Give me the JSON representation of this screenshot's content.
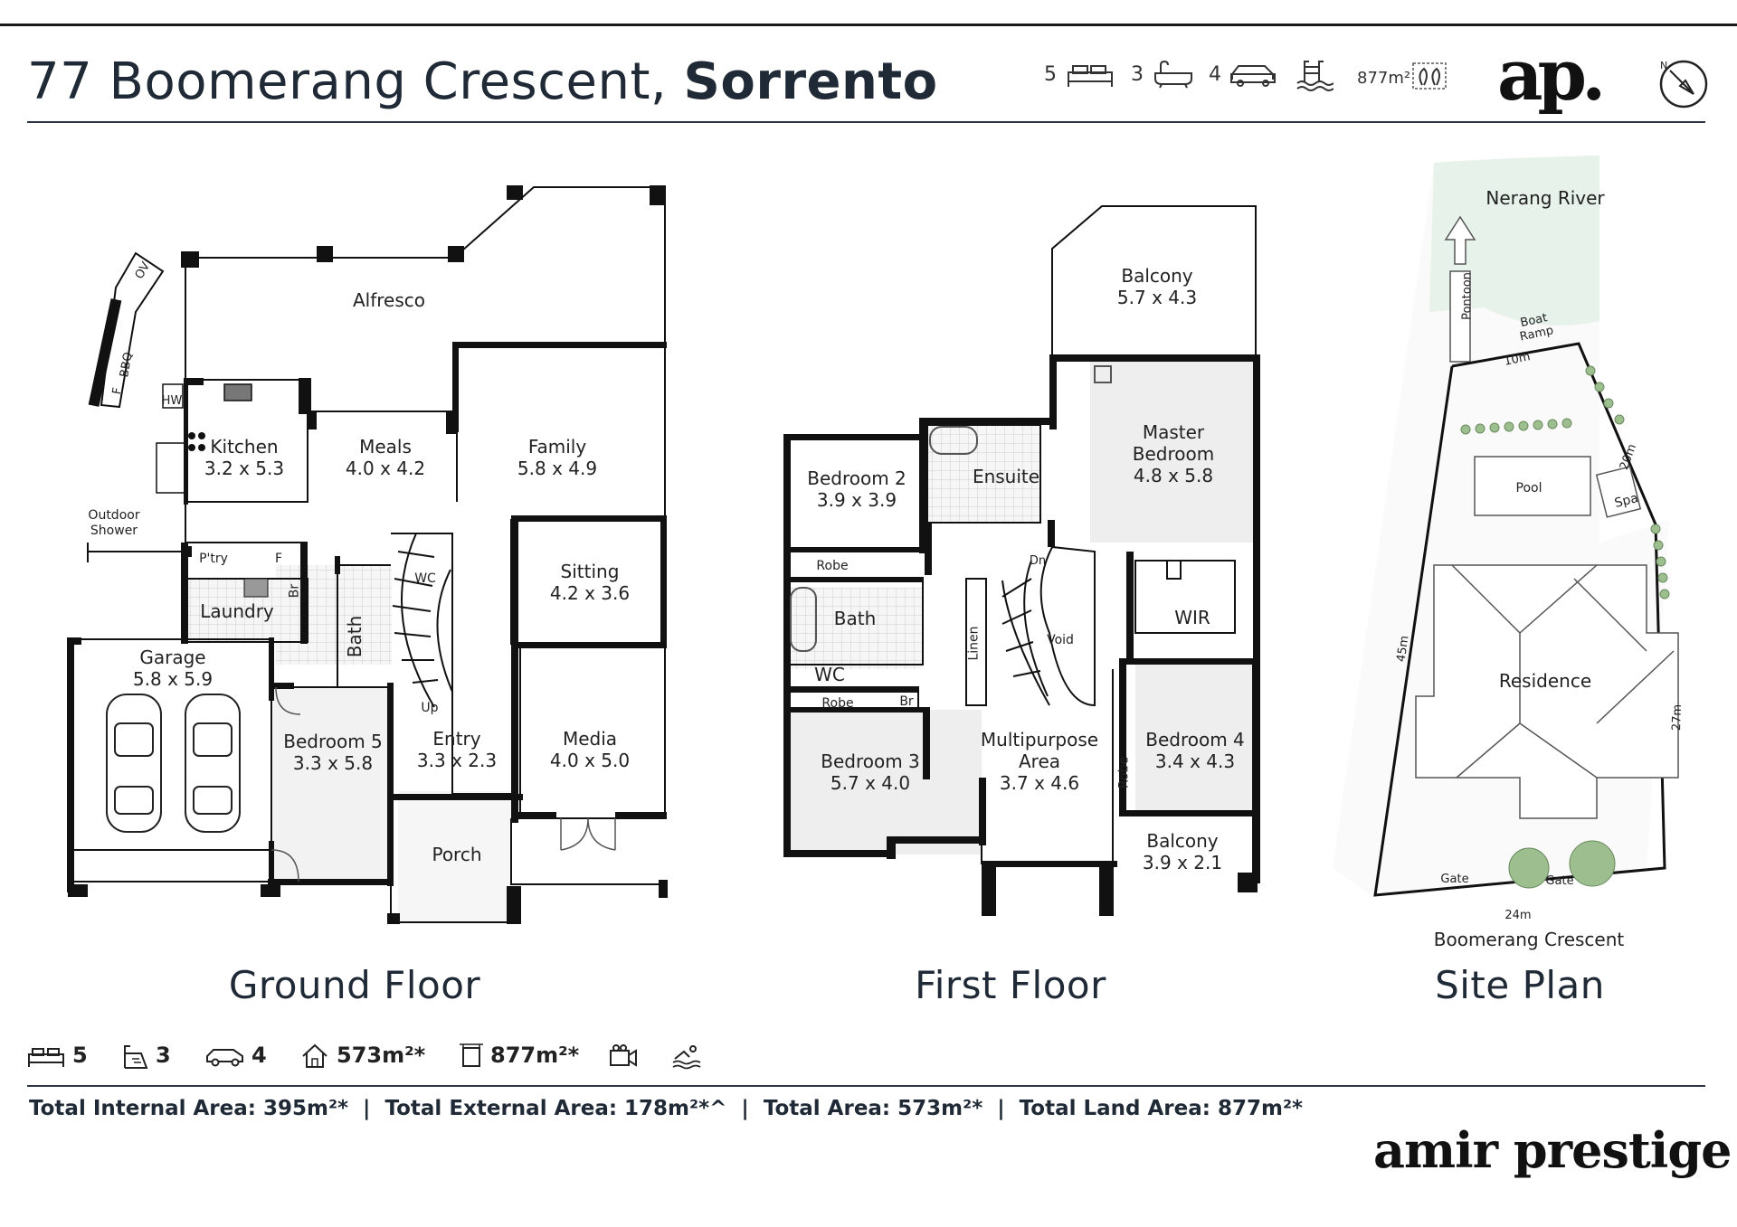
{
  "header": {
    "address": "77 Boomerang Crescent,",
    "suburb": "Sorrento",
    "beds": "5",
    "baths": "3",
    "cars": "4",
    "land": "877m²"
  },
  "logo": {
    "mark": "ap."
  },
  "compass": {
    "north": "N"
  },
  "ground_floor": {
    "title": "Ground Floor",
    "rooms": {
      "alfresco": "Alfresco",
      "kitchen": [
        "Kitchen",
        "3.2 x 5.3"
      ],
      "meals": [
        "Meals",
        "4.0 x 4.2"
      ],
      "family": [
        "Family",
        "5.8 x 4.9"
      ],
      "sitting": [
        "Sitting",
        "4.2 x 3.6"
      ],
      "laundry": "Laundry",
      "pantry": "P'try",
      "fridge": "F",
      "br": "Br",
      "wc": "WC",
      "bath": "Bath",
      "up": "Up",
      "garage": [
        "Garage",
        "5.8 x 5.9"
      ],
      "bedroom5": [
        "Bedroom 5",
        "3.3 x 5.8"
      ],
      "entry": [
        "Entry",
        "3.3 x 2.3"
      ],
      "media": [
        "Media",
        "4.0 x 5.0"
      ],
      "porch": "Porch",
      "outdoor_shower": [
        "Outdoor",
        "Shower"
      ],
      "hw": "HW",
      "bbq": "BBQ",
      "ov": "OV",
      "f2": "F"
    }
  },
  "first_floor": {
    "title": "First Floor",
    "rooms": {
      "balcony_top": [
        "Balcony",
        "5.7 x 4.3"
      ],
      "master": [
        "Master",
        "Bedroom",
        "4.8 x 5.8"
      ],
      "ensuite": "Ensuite",
      "bedroom2": [
        "Bedroom 2",
        "3.9 x 3.9"
      ],
      "robe1": "Robe",
      "bath": "Bath",
      "wc": "WC",
      "robe2": "Robe",
      "br": "Br",
      "bedroom3": [
        "Bedroom 3",
        "5.7 x 4.0"
      ],
      "linen": "Linen",
      "void": "Void",
      "dn": "Dn",
      "wir": "WIR",
      "multipurpose": [
        "Multipurpose",
        "Area",
        "3.7 x 4.6"
      ],
      "bedroom4": [
        "Bedroom 4",
        "3.4 x 4.3"
      ],
      "robe3": "Robe",
      "balcony_bottom": [
        "Balcony",
        "3.9 x 2.1"
      ]
    }
  },
  "site_plan": {
    "title": "Site Plan",
    "river": "Nerang River",
    "pontoon": "Pontoon",
    "boat_ramp": [
      "Boat",
      "Ramp"
    ],
    "pool": "Pool",
    "spa": "Spa",
    "residence": "Residence",
    "street": "Boomerang Crescent",
    "gate1": "Gate",
    "gate2": "Gate",
    "dim_10m": "10m",
    "dim_20m": "20m",
    "dim_45m": "45m",
    "dim_27m": "27m",
    "dim_24m": "24m"
  },
  "bottom_stats": {
    "beds": "5",
    "baths": "3",
    "cars": "4",
    "area": "573m²*",
    "land": "877m²*"
  },
  "totals": "Total Internal Area: 395m²*  |  Total External Area: 178m²*^  |  Total Area: 573m²*  |  Total Land Area: 877m²*",
  "brand": "amir prestige",
  "colors": {
    "text": "#1f2a36",
    "wall": "#111111",
    "floor_tile": "#ececec",
    "river": "#e6f2ea"
  }
}
